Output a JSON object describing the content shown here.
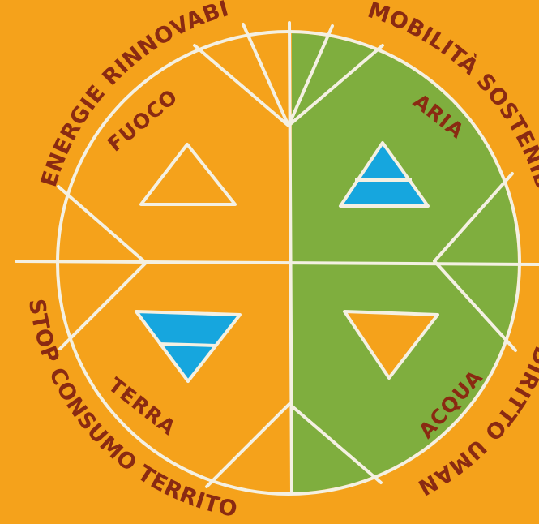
{
  "colors": {
    "background": "#f5a21b",
    "green": "#7fae3e",
    "blue": "#16a6de",
    "chalk": "#f4f0e2",
    "text": "#8a2a12"
  },
  "outer_labels": {
    "energie": "ENERGIE RINNOVABILI",
    "mobilita": "MOBILITÀ SOSTENIBILE",
    "diritto": "DIRITTO UMANO",
    "stop": "STOP CONSUMO TERRITORIO"
  },
  "elements": {
    "fuoco": "FUOCO",
    "aria": "ARIA",
    "terra": "TERRA",
    "acqua": "ACQUA"
  }
}
